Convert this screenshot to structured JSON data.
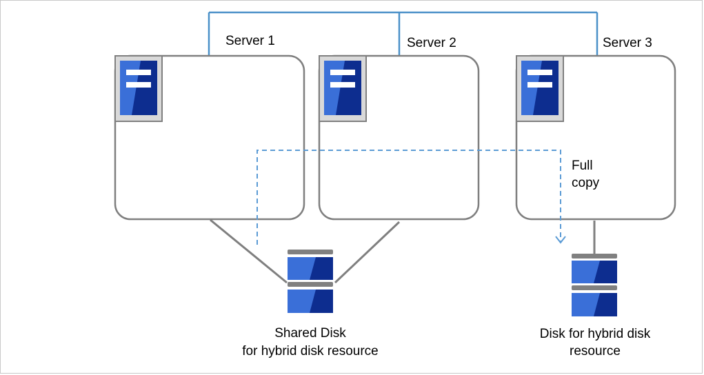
{
  "servers": [
    {
      "label": "Server 1",
      "icon": "server-icon"
    },
    {
      "label": "Server 2",
      "icon": "server-icon"
    },
    {
      "label": "Server 3",
      "icon": "server-icon"
    }
  ],
  "shared_disk": {
    "line1": "Shared Disk",
    "line2": "for hybrid disk resource",
    "icon": "disk-icon"
  },
  "hybrid_disk": {
    "line1": "Disk for hybrid disk",
    "line2": "resource",
    "icon": "disk-icon"
  },
  "copy_label": {
    "line1": "Full",
    "line2": "copy"
  },
  "colors": {
    "network_line": "#4a90c8",
    "copy_arrow": "#5b9bd5",
    "box_border": "#7f7f7f",
    "disk_dark": "#0d2d8f",
    "disk_light": "#3a6fd8",
    "disk_separator": "#808080"
  }
}
